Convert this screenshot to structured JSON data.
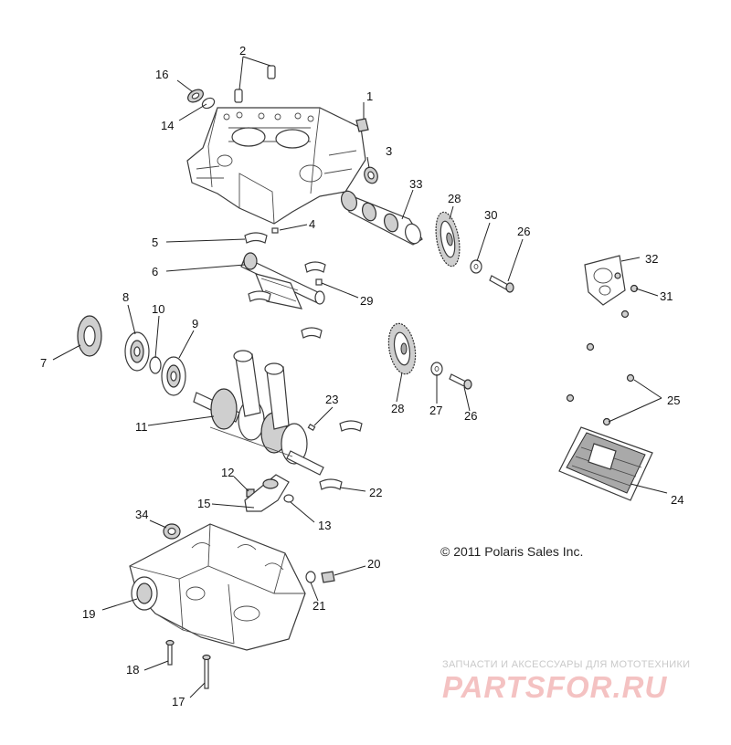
{
  "callouts": [
    "1",
    "2",
    "3",
    "4",
    "5",
    "6",
    "7",
    "8",
    "9",
    "10",
    "11",
    "12",
    "13",
    "14",
    "15",
    "16",
    "17",
    "18",
    "19",
    "20",
    "21",
    "22",
    "23",
    "24",
    "25",
    "26",
    "27",
    "28",
    "29",
    "30",
    "31",
    "32",
    "33",
    "34"
  ],
  "copyright": "© 2011 Polaris Sales Inc.",
  "watermark": {
    "tagline": "ЗАПЧАСТИ И АКСЕССУАРЫ ДЛЯ МОТОТЕХНИКИ",
    "logo": "PARTSFOR.RU"
  },
  "colors": {
    "line": "#3a3a3a",
    "watermark_logo": "#f4c2c2",
    "watermark_tagline": "#c9c9c9"
  }
}
